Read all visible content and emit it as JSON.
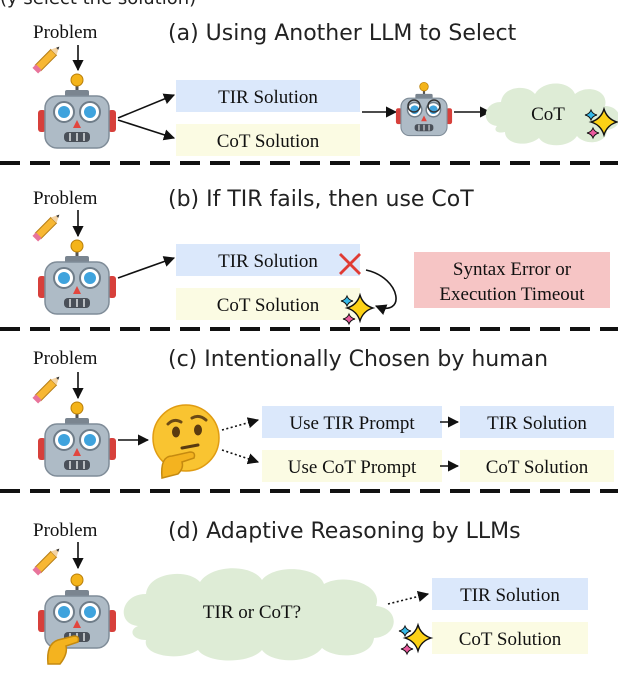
{
  "header_fragment": "(y select the solution)",
  "panels": [
    {
      "problem": "Problem",
      "title": "(a) Using Another LLM to Select",
      "tir": "TIR Solution",
      "cot": "CoT Solution",
      "result": "CoT"
    },
    {
      "problem": "Problem",
      "title": "(b) If TIR fails, then use CoT",
      "tir": "TIR Solution",
      "cot": "CoT Solution",
      "error_line1": "Syntax Error or",
      "error_line2": "Execution Timeout"
    },
    {
      "problem": "Problem",
      "title": "(c) Intentionally Chosen by human",
      "tir_prompt": "Use TIR Prompt",
      "cot_prompt": "Use CoT Prompt",
      "tir": "TIR Solution",
      "cot": "CoT Solution"
    },
    {
      "problem": "Problem",
      "title": "(d) Adaptive Reasoning by LLMs",
      "cloud": "TIR or CoT?",
      "tir": "TIR Solution",
      "cot": "CoT Solution"
    }
  ],
  "colors": {
    "tir_box": "#dbe8fb",
    "cot_box": "#fbfbe3",
    "error_box": "#f6c5c5",
    "cloud": "#deecd6",
    "divider": "#111111"
  }
}
